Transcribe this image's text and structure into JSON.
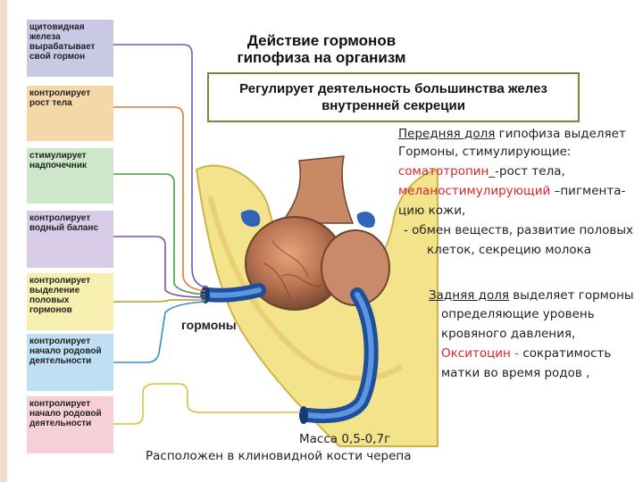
{
  "title": "Действие гормонов гипофиза на организм",
  "main_box": "Регулирует деятельность большинства желез внутренней секреции",
  "side_boxes": [
    {
      "text": "щитовидная железа вырабатывает свой гормон",
      "color": "#c9c9e6",
      "line": "#6b5fb0"
    },
    {
      "text": "контролирует рост тела",
      "color": "#f6d8a8",
      "line": "#e07a3a"
    },
    {
      "text": "стимулирует надпочечник",
      "color": "#cde8c8",
      "line": "#4a9a4a"
    },
    {
      "text": "контролирует водный баланс",
      "color": "#d9cce8",
      "line": "#7a4fa0"
    },
    {
      "text": "контролирует выделение половых гормонов",
      "color": "#f6efb0",
      "line": "#b8a020"
    },
    {
      "text": "контролирует начало родовой деятельности",
      "color": "#bfe0f2",
      "line": "#3a8ac8"
    },
    {
      "text": "контролирует начало родовой деятельности",
      "color": "#f6cfd8",
      "line": "#d05a78"
    }
  ],
  "hormones_label": "гормоны",
  "anterior": {
    "heading": "Передняя доля",
    "text1": " гипофиза выделяет",
    "line2": "Гормоны, стимулирующие:",
    "somato": "соматотропин",
    "somato_rest": "_-рост тела,",
    "melano": "меланостимулирующий",
    "melano_rest": " –пигмента-",
    "line5": "цию кожи,",
    "line6": "- обмен веществ, развитие половых",
    "line7": "клеток,  секрецию молока"
  },
  "posterior": {
    "heading": "Задняя доля",
    "text1": " выделяет гормоны",
    "line2": "определяющие уровень",
    "line3": "кровяного давления,",
    "oxy": "Окситоцин -",
    "oxy_rest": " сократимость",
    "line5": "матки   во время родов ,"
  },
  "mass": "Масса 0,5-0,7г",
  "location": "Расположен в клиновидной кости черепа"
}
